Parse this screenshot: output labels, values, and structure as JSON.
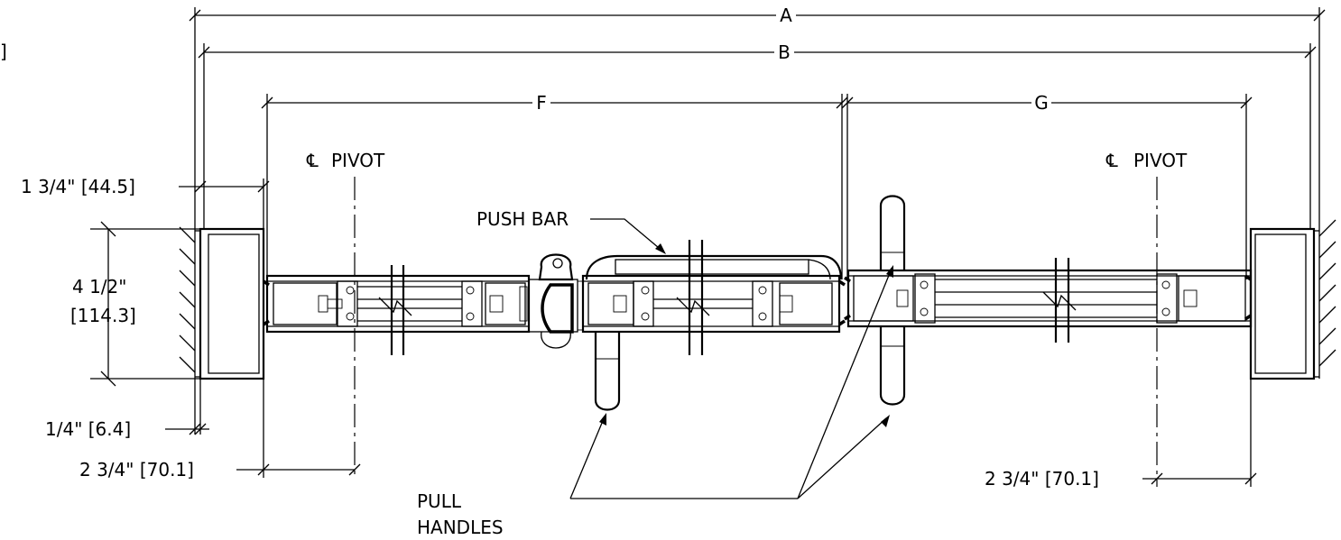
{
  "dimensions": {
    "a": "A",
    "b": "B",
    "f": "F",
    "g": "G",
    "frame_width": "1 3/4\" [44.5]",
    "height": "4 1/2\"",
    "height_mm": "[114.3]",
    "gap": "1/4\" [6.4]",
    "pivot_left": "2 3/4\" [70.1]",
    "pivot_right": "2 3/4\" [70.1]",
    "edge_fragment": "]"
  },
  "labels": {
    "pivot_left": "PIVOT",
    "pivot_right": "PIVOT",
    "push_bar": "PUSH BAR",
    "pull": "PULL",
    "handles": "HANDLES"
  }
}
